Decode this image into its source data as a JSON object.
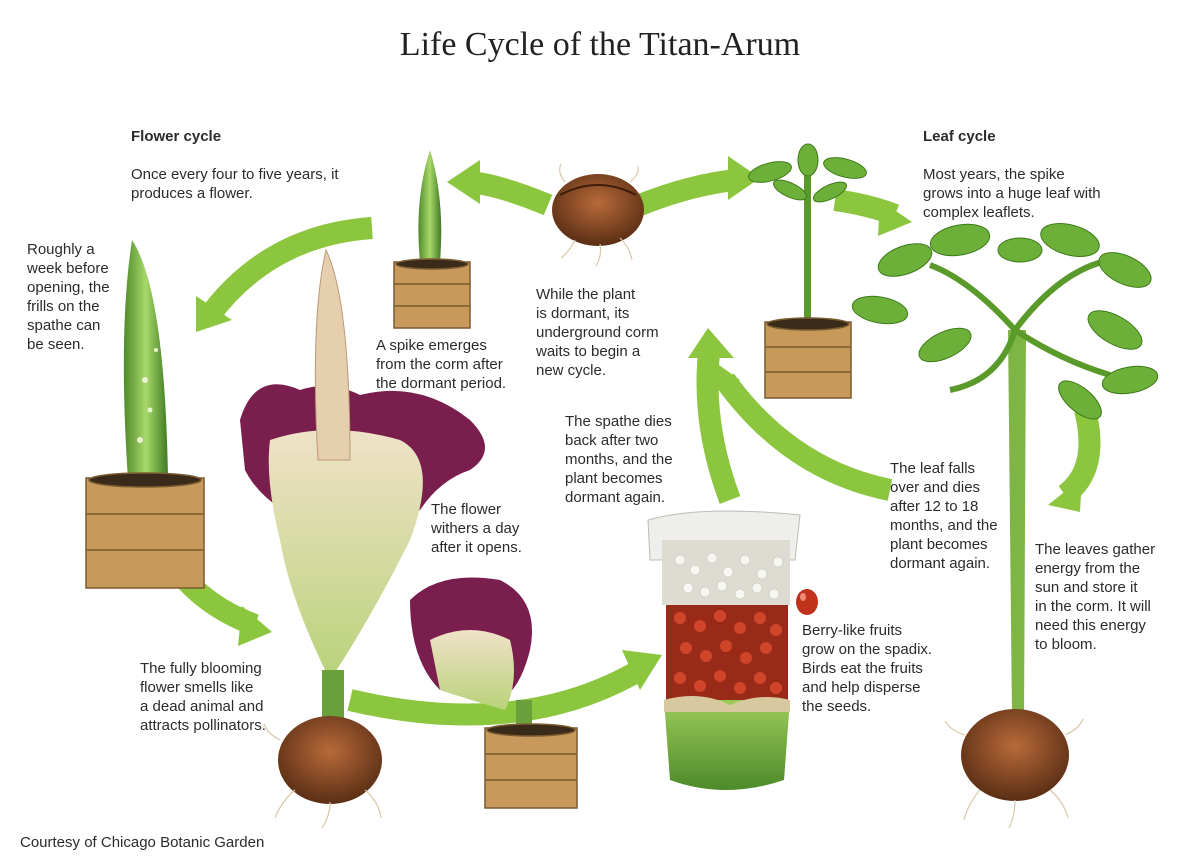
{
  "title": "Life Cycle of the Titan-Arum",
  "flower_cycle": {
    "heading": "Flower cycle",
    "text": "Once every four to five years, it\nproduces a flower."
  },
  "leaf_cycle": {
    "heading": "Leaf cycle",
    "text": "Most years, the spike\ngrows into a huge leaf with\ncomplex leaflets."
  },
  "captions": {
    "frills": "Roughly a\nweek before\nopening, the\nfrills on the\nspathe can\nbe seen.",
    "spike": "A spike emerges\nfrom the corm after\nthe dormant period.",
    "dormant": "While the plant\nis dormant, its\nunderground corm\nwaits to begin a\nnew cycle.",
    "spathe_dies": "The spathe dies\nback after two\nmonths, and the\nplant becomes\ndormant again.",
    "withers": "The flower\nwithers a day\nafter it opens.",
    "leaf_falls": "The leaf falls\nover and dies\nafter 12 to 18\nmonths, and the\nplant becomes\ndormant again.",
    "energy": "The leaves gather\nenergy from the\nsun and store it\nin the corm. It will\nneed this energy\nto bloom.",
    "blooming": "The fully blooming\nflower smells like\na dead animal and\nattracts pollinators.",
    "berries": "Berry-like fruits\ngrow on the spadix.\nBirds eat the fruits\nand help disperse\nthe seeds."
  },
  "credit": "Courtesy of Chicago Botanic Garden",
  "colors": {
    "arrow_green": "#8cc63f",
    "leaf_green": "#5a9a2a",
    "spathe_purple": "#7a1f4d",
    "corm_brown": "#6b3a1f",
    "box_tan": "#c79a5b",
    "berry_red": "#b8321e"
  },
  "icons": [
    "corm-icon",
    "spike-icon",
    "planter-box-icon",
    "titan-arum-bloom-icon",
    "withered-flower-icon",
    "spadix-fruit-icon",
    "berry-icon",
    "young-leaf-icon",
    "mature-leaf-icon"
  ]
}
